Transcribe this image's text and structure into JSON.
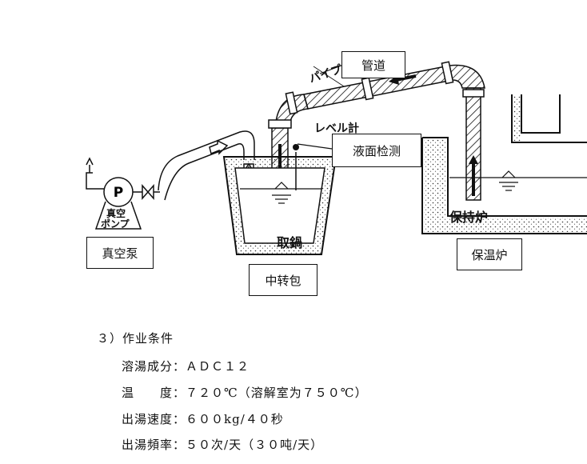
{
  "diagram": {
    "labels": {
      "pipe": "管道",
      "level_detect": "液面检测",
      "vacuum_pump": "真空泵",
      "ladle": "中转包",
      "holding_furnace": "保温炉"
    },
    "handwritten": {
      "pipe_jp": "パイプ",
      "level_jp": "レベル計",
      "pump_jp_1": "真空",
      "pump_jp_2": "ポンプ",
      "ladle_jp": "取鍋",
      "furnace_jp": "保持炉",
      "pump_symbol": "P"
    }
  },
  "conditions": {
    "heading": "３）作业条件",
    "rows": [
      {
        "label": "溶湯成分：",
        "value": "ＡＤＣ１２"
      },
      {
        "label": "温　　度：",
        "value": "７２０℃（溶解室为７５０℃）"
      },
      {
        "label": "出湯速度：",
        "value": "６００kg/４０秒"
      },
      {
        "label": "出湯頻率：",
        "value": "５０次/天（３０吨/天）"
      }
    ]
  }
}
